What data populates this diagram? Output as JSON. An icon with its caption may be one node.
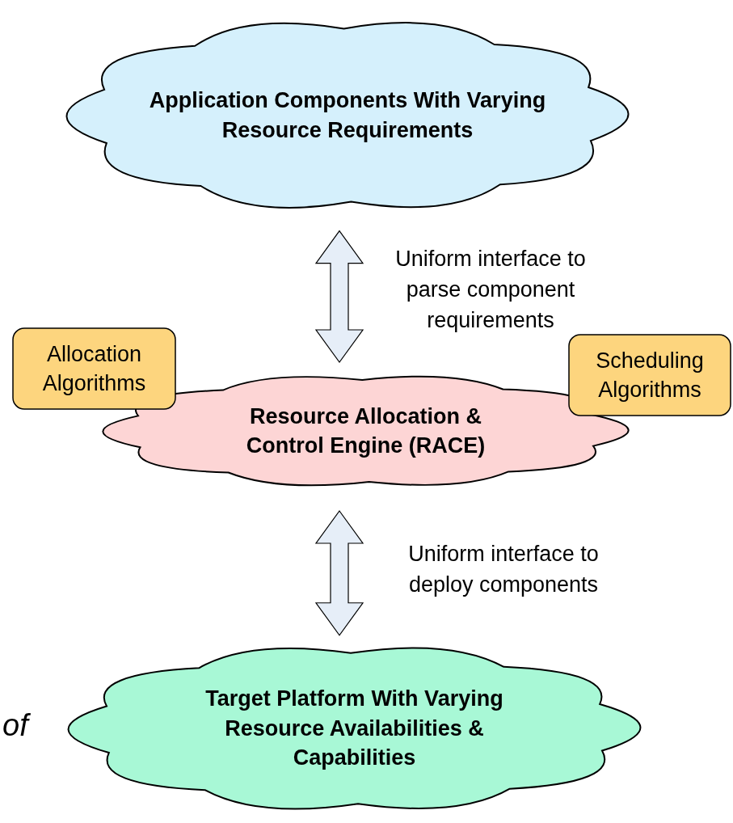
{
  "diagram": {
    "nodes": [
      {
        "text": [
          "Application Components With Varying Resource Requirements"
        ]
      },
      {
        "text": [
          "Allocation Algorithms"
        ]
      },
      {
        "text": [
          "Scheduling Algorithms"
        ]
      },
      {
        "text": [
          "Resource Allocation & Control Engine (RACE)"
        ]
      },
      {
        "text": [
          "Target Platform With Varying Resource Availabilities & Capabilities"
        ]
      }
    ],
    "edges": [
      {
        "from": 0,
        "to": 3,
        "arrow": "both",
        "label": "Uniform interface to parse component requirements"
      },
      {
        "from": 3,
        "to": 4,
        "arrow": "both",
        "label": "Uniform interface to deploy components"
      }
    ],
    "labels": [
      "of"
    ]
  }
}
